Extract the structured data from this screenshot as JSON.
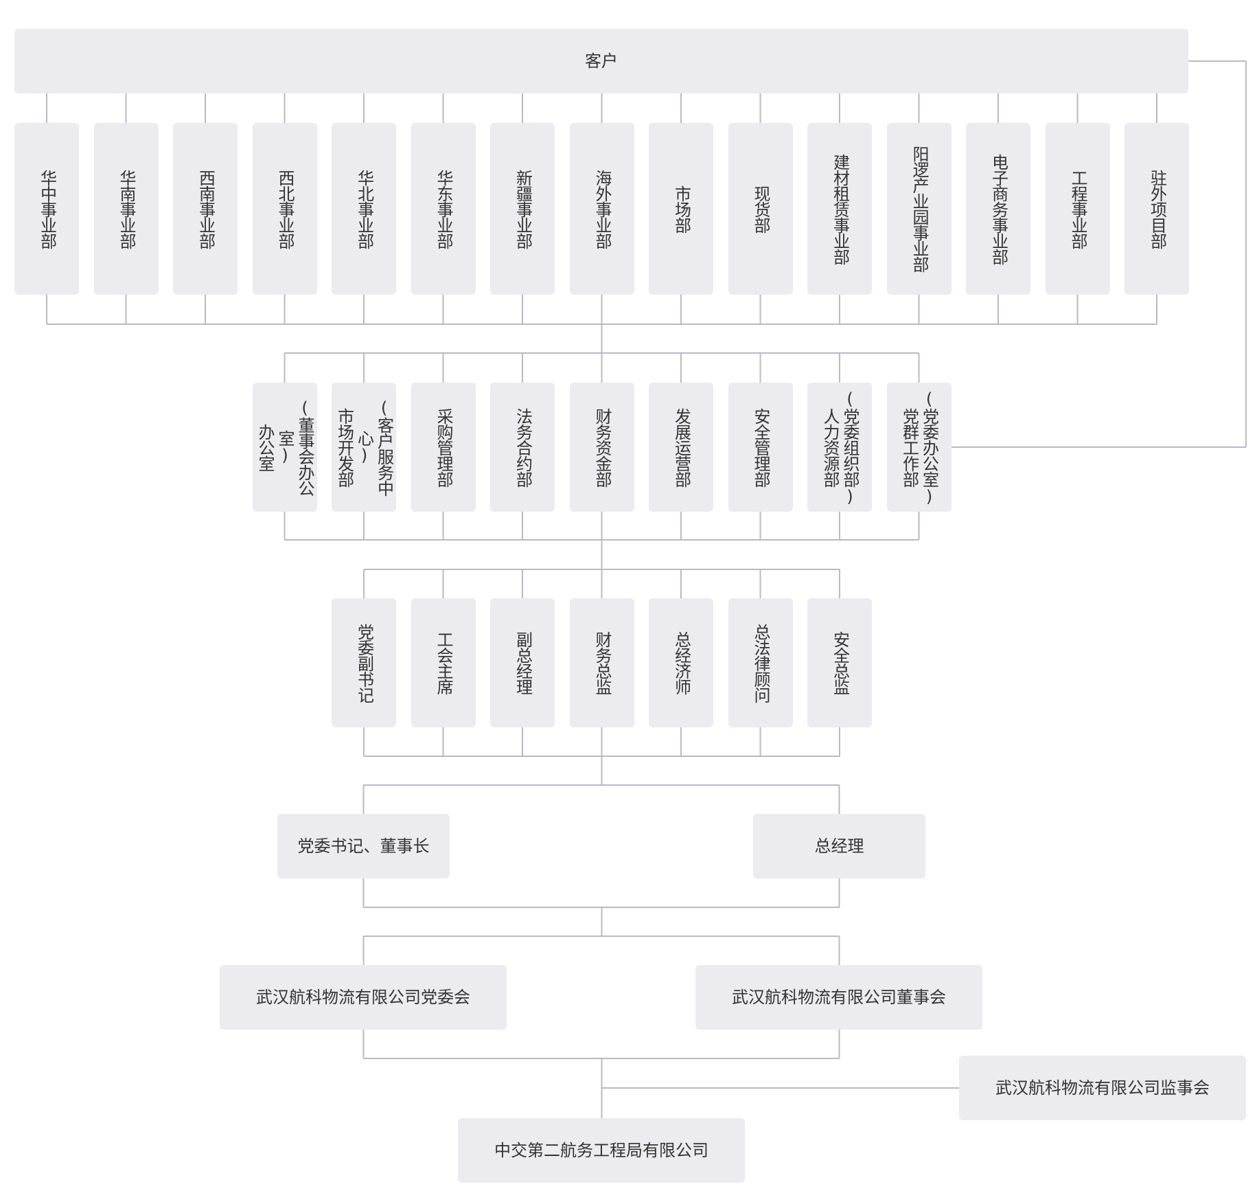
{
  "customer": "客户",
  "departments": [
    "华中事业部",
    "华南事业部",
    "西南事业部",
    "西北事业部",
    "华北事业部",
    "华东事业部",
    "新疆事业部",
    "海外事业部",
    "市场部",
    "现货部",
    "建材租赁事业部",
    "阳逻产业园事业部",
    "电子商务事业部",
    "工程事业部",
    "驻外项目部"
  ],
  "functional": [
    {
      "line1": "(董事会办公室)",
      "line2": "办公室"
    },
    {
      "line1": "(客户服务中心)",
      "line2": "市场开发部"
    },
    {
      "line1": "采购管理部"
    },
    {
      "line1": "法务合约部"
    },
    {
      "line1": "财务资金部"
    },
    {
      "line1": "发展运营部"
    },
    {
      "line1": "安全管理部"
    },
    {
      "line1": "(党委组织部)",
      "line2": "人力资源部"
    },
    {
      "line1": "(党委办公室)",
      "line2": "党群工作部"
    }
  ],
  "executives": [
    "党委副书记",
    "工会主席",
    "副总经理",
    "财务总监",
    "总经济师",
    "总法律顾问",
    "安全总监"
  ],
  "leaders": [
    "党委书记、董事长",
    "总经理"
  ],
  "boards": [
    "武汉航科物流有限公司党委会",
    "武汉航科物流有限公司董事会"
  ],
  "supervisory": "武汉航科物流有限公司监事会",
  "parent": "中交第二航务工程局有限公司",
  "colors": {
    "box": "#ebebf0",
    "line": "#b9b9c6",
    "text": "#333333"
  }
}
